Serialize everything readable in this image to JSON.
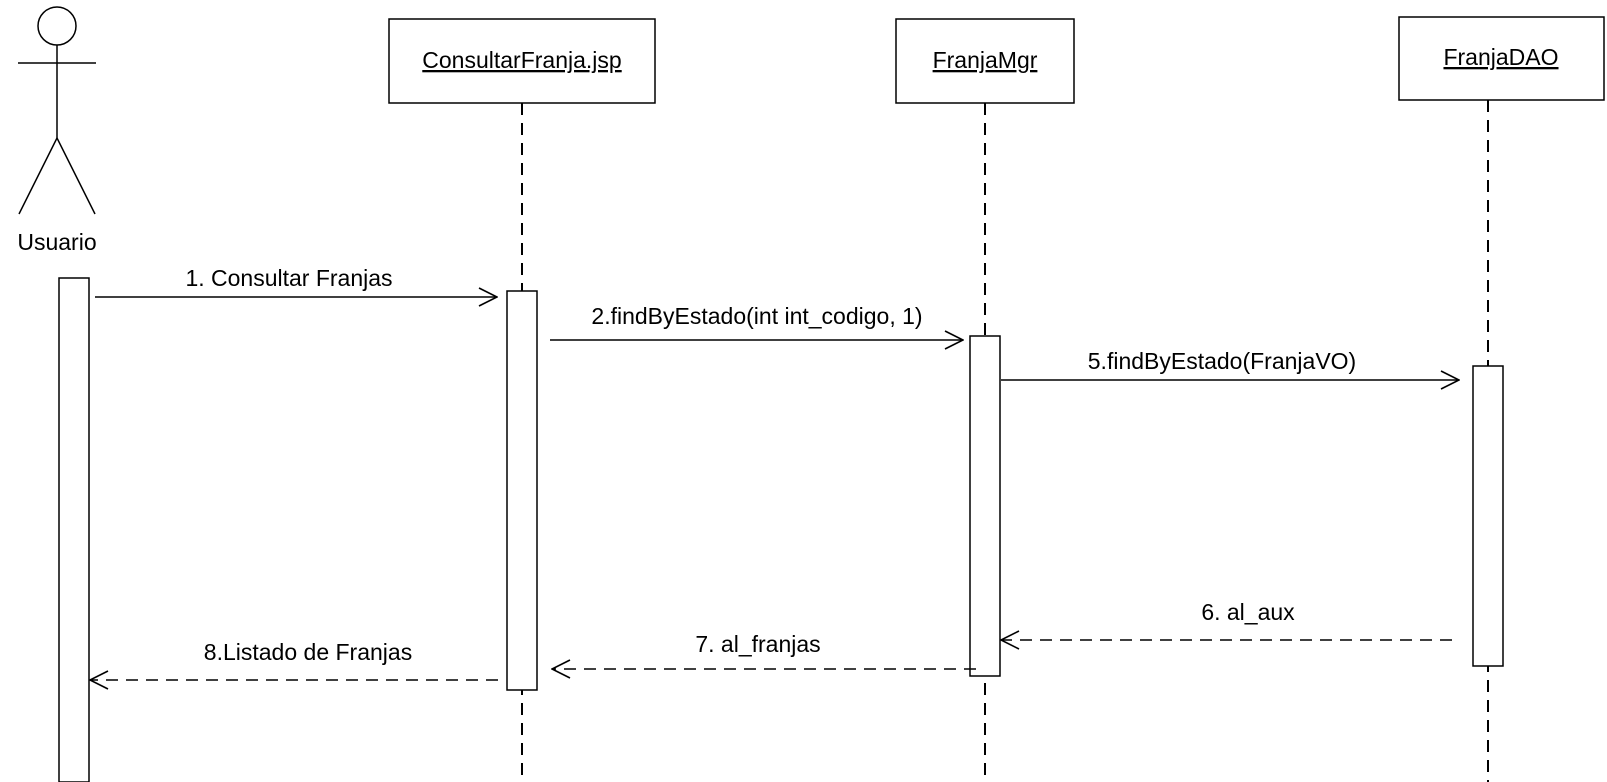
{
  "actor": {
    "name": "Usuario"
  },
  "lifelines": [
    {
      "id": "jsp",
      "name": "ConsultarFranja.jsp"
    },
    {
      "id": "mgr",
      "name": "FranjaMgr"
    },
    {
      "id": "dao",
      "name": "FranjaDAO"
    }
  ],
  "messages": [
    {
      "label": "1. Consultar Franjas",
      "from": "Usuario",
      "to": "ConsultarFranja.jsp",
      "kind": "call"
    },
    {
      "label": "2.findByEstado(int int_codigo, 1)",
      "from": "ConsultarFranja.jsp",
      "to": "FranjaMgr",
      "kind": "call"
    },
    {
      "label": "5.findByEstado(FranjaVO)",
      "from": "FranjaMgr",
      "to": "FranjaDAO",
      "kind": "call"
    },
    {
      "label": "6. al_aux",
      "from": "FranjaDAO",
      "to": "FranjaMgr",
      "kind": "return"
    },
    {
      "label": "7. al_franjas",
      "from": "FranjaMgr",
      "to": "ConsultarFranja.jsp",
      "kind": "return"
    },
    {
      "label": "8.Listado de Franjas",
      "from": "ConsultarFranja.jsp",
      "to": "Usuario",
      "kind": "return"
    }
  ]
}
